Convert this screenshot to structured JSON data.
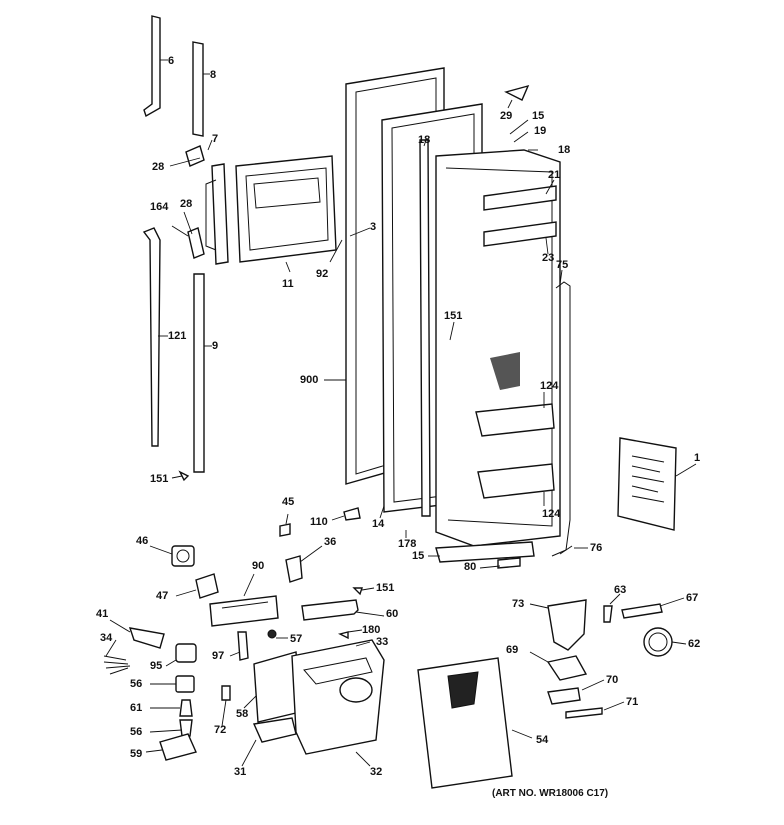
{
  "labels": {
    "l6": "6",
    "l8": "8",
    "l7": "7",
    "l28a": "28",
    "l28b": "28",
    "l164": "164",
    "l121": "121",
    "l9": "9",
    "l151a": "151",
    "l11": "11",
    "l92": "92",
    "l3": "3",
    "l900": "900",
    "l18a": "18",
    "l29": "29",
    "l15a": "15",
    "l19": "19",
    "l18b": "18",
    "l21": "21",
    "l23": "23",
    "l75": "75",
    "l151b": "151",
    "l124a": "124",
    "l124b": "124",
    "l1": "1",
    "l14": "14",
    "l178": "178",
    "l15b": "15",
    "l80a": "80",
    "l76": "76",
    "l45": "45",
    "l110": "110",
    "l46": "46",
    "l36": "36",
    "l47": "47",
    "l90": "90",
    "l151c": "151",
    "l60": "60",
    "l41": "41",
    "l34": "34",
    "l95": "95",
    "l97": "97",
    "l57": "57",
    "l180": "180",
    "l33": "33",
    "l56a": "56",
    "l58": "58",
    "l61": "61",
    "l72": "72",
    "l56b": "56",
    "l59": "59",
    "l31": "31",
    "l32": "32",
    "l54": "54",
    "l73": "73",
    "l63": "63",
    "l67": "67",
    "l62": "62",
    "l69": "69",
    "l70": "70",
    "l71": "71"
  },
  "art_no": "(ART NO. WR18006 C17)"
}
